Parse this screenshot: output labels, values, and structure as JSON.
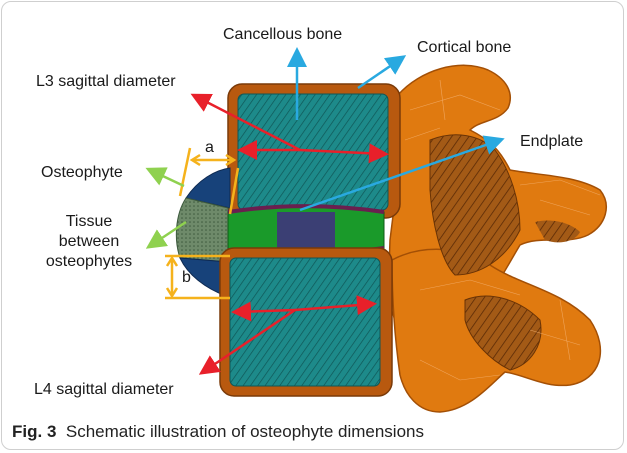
{
  "figure": {
    "labels": {
      "cancellous_bone": "Cancellous bone",
      "cortical_bone": "Cortical bone",
      "l3_sagittal": "L3 sagittal diameter",
      "endplate": "Endplate",
      "osteophyte": "Osteophyte",
      "tissue_line1": "Tissue",
      "tissue_line2": "between",
      "tissue_line3": "osteophytes",
      "l4_sagittal": "L4 sagittal diameter",
      "dim_a": "a",
      "dim_b": "b"
    },
    "colors": {
      "cortical": "#b8590f",
      "posterior": "#e07a10",
      "cancellous": "#1d8a8a",
      "osteophyte": "#17427a",
      "tissue": "#6e8a6a",
      "disc_nucleus": "#3b3f74",
      "disc_annulus": "#1a9a2a",
      "endplate": "#6a1f4f",
      "arrow_red": "#e8202a",
      "arrow_blue": "#29a9e0",
      "arrow_green": "#8fd14f",
      "dim_yellow": "#f5b21c"
    }
  },
  "caption": {
    "number": "Fig. 3",
    "text": "Schematic illustration of osteophyte dimensions"
  }
}
